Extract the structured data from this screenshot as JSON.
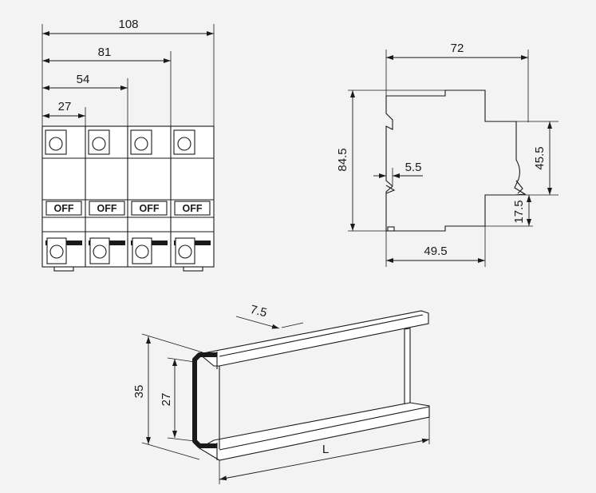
{
  "front_view": {
    "dims": {
      "d108": "108",
      "d81": "81",
      "d54": "54",
      "d27": "27"
    },
    "off_label": "OFF"
  },
  "side_view": {
    "dims": {
      "d72": "72",
      "d84_5": "84.5",
      "d5_5": "5.5",
      "d45_5": "45.5",
      "d17_5": "17.5",
      "d49_5": "49.5"
    }
  },
  "rail": {
    "dims": {
      "d7_5": "7.5",
      "d35": "35",
      "d27": "27",
      "length": "L"
    }
  },
  "colors": {
    "background": "#f3f3f3",
    "line": "#1a1a1a"
  }
}
